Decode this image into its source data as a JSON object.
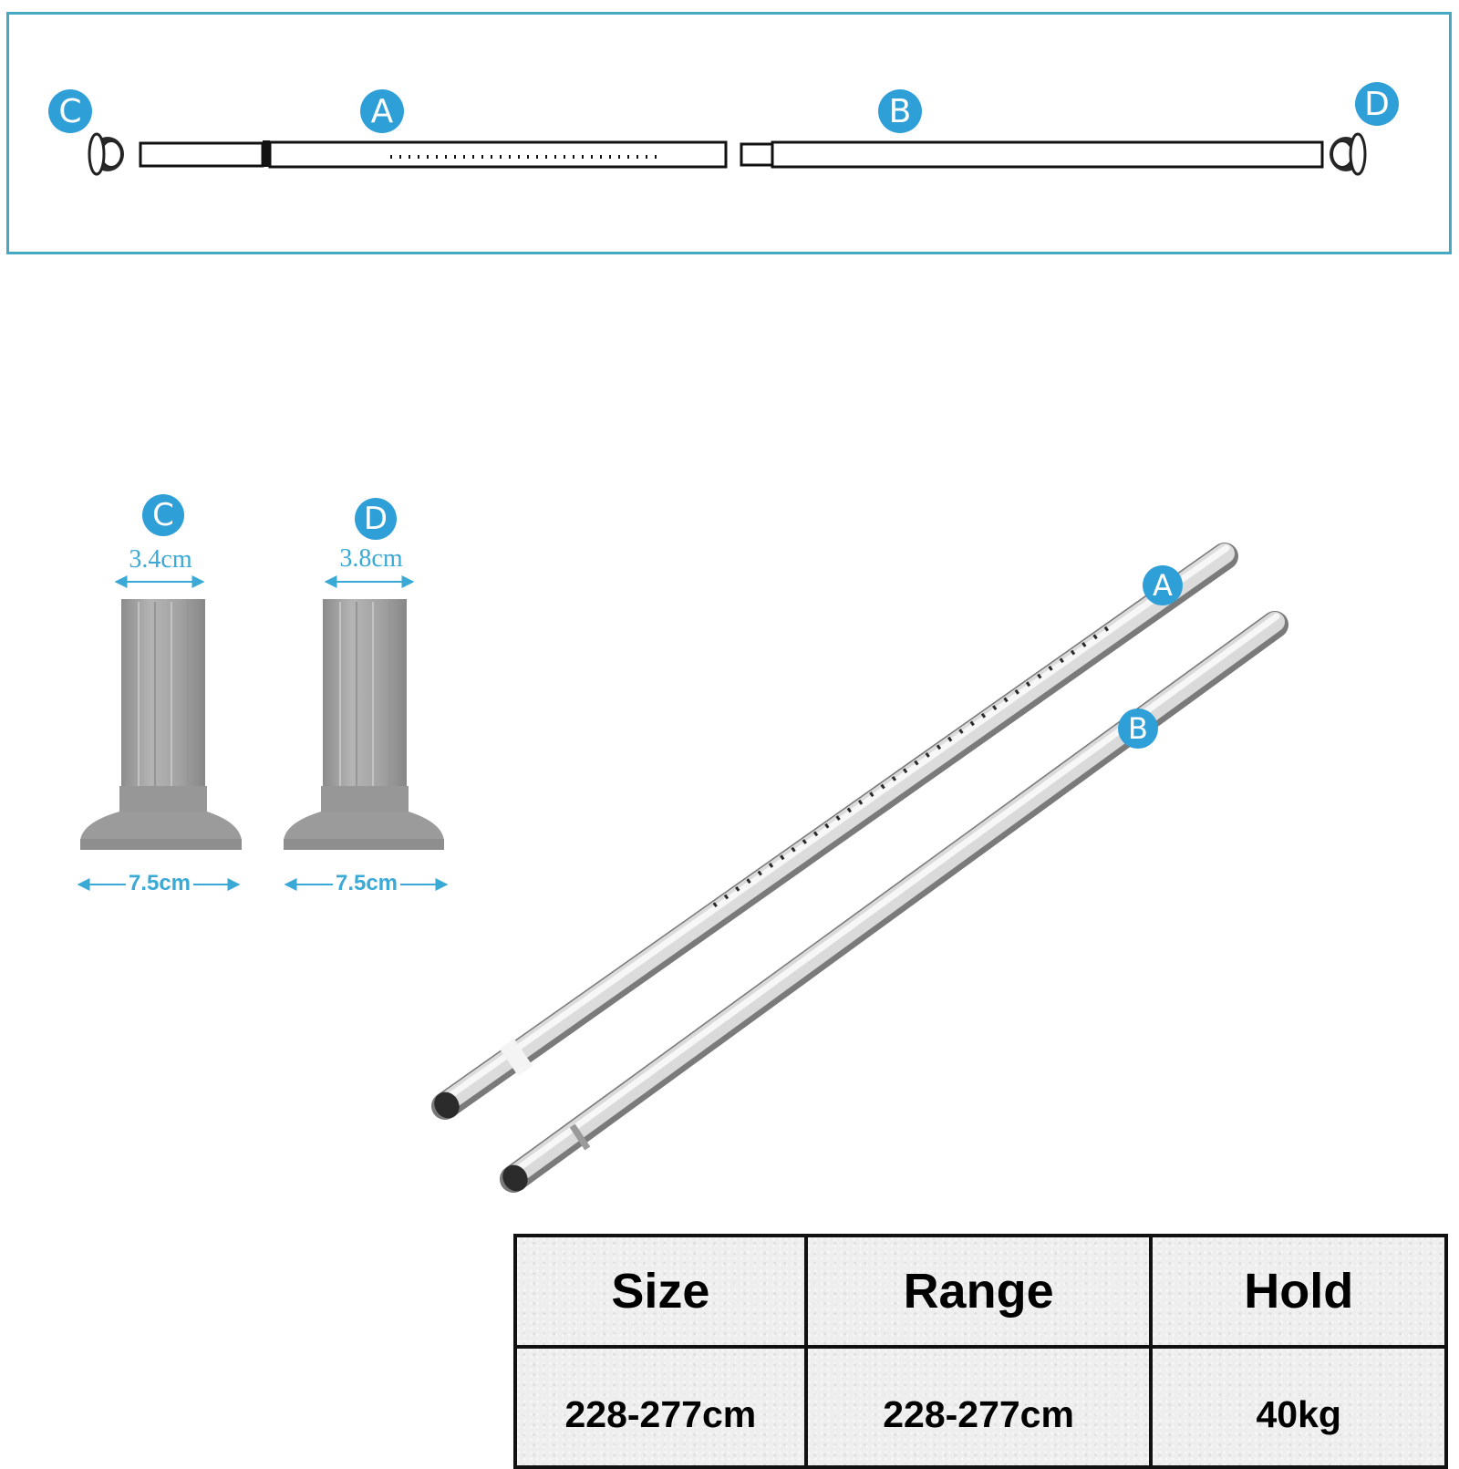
{
  "diagram": {
    "labels": {
      "a": "A",
      "b": "B",
      "c": "C",
      "d": "D"
    }
  },
  "parts": {
    "c": {
      "label": "C",
      "top_diameter": "3.4cm",
      "base_width": "7.5cm"
    },
    "d": {
      "label": "D",
      "top_diameter": "3.8cm",
      "base_width": "7.5cm"
    }
  },
  "tubes": {
    "a_label": "A",
    "b_label": "B"
  },
  "spec_table": {
    "headers": [
      "Size",
      "Range",
      "Hold"
    ],
    "values": [
      "228-277cm",
      "228-277cm",
      "40kg"
    ]
  },
  "colors": {
    "accent": "#2f9fd8",
    "dimension_text": "#3aa9d6",
    "frame_border": "#45a9c3",
    "end_cap": "#9a9a9a"
  }
}
